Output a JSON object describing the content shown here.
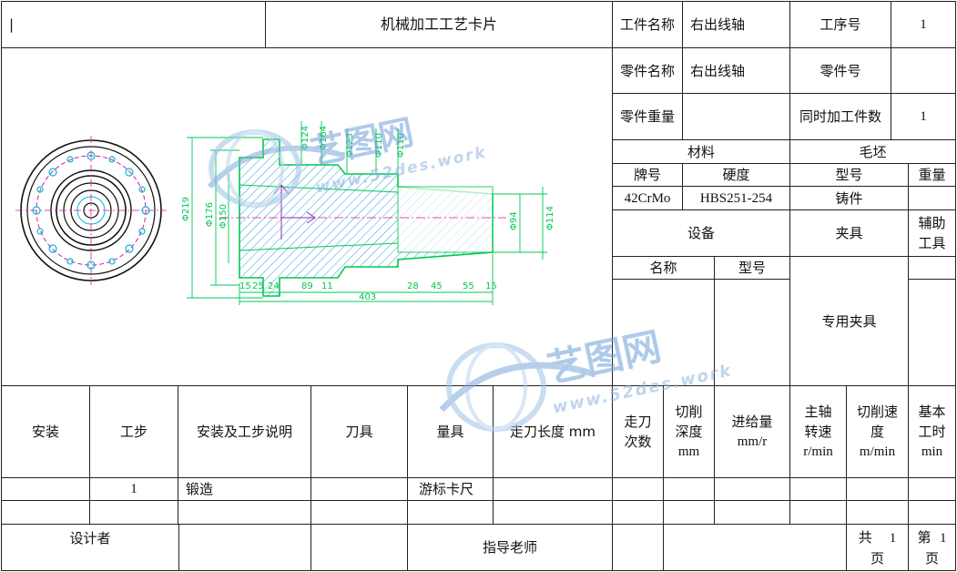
{
  "card": {
    "title": "机械加工工艺卡片",
    "cursor": "|"
  },
  "header": {
    "workpiece_name_label": "工件名称",
    "workpiece_name_value": "右出线轴",
    "process_no_label": "工序号",
    "process_no_value": "1",
    "part_name_label": "零件名称",
    "part_name_value": "右出线轴",
    "part_no_label": "零件号",
    "part_no_value": "",
    "part_weight_label": "零件重量",
    "part_weight_value": "",
    "simultaneous_label": "同时加工件数",
    "simultaneous_value": "1"
  },
  "material": {
    "material_label": "材料",
    "blank_label": "毛坯",
    "grade_label": "牌号",
    "hardness_label": "硬度",
    "type_label": "型号",
    "weight_label": "重量",
    "grade_value": "42CrMo",
    "hardness_value": "HBS251-254",
    "type_value": "铸件",
    "weight_value": ""
  },
  "equipment": {
    "equipment_label": "设备",
    "fixture_label": "夹具",
    "aux_tool_label": "辅助工具",
    "name_label": "名称",
    "model_label": "型号",
    "fixture_value": "专用夹具"
  },
  "steps_header": {
    "install": "安装",
    "step": "工步",
    "description": "安装及工步说明",
    "cutter": "刀具",
    "gauge": "量具",
    "length": "走刀长度 mm",
    "passes": "走刀次数",
    "depth_line1": "切削深度",
    "depth_unit": "mm",
    "feed_line1": "进给量",
    "feed_unit": "mm/r",
    "spindle_line1": "主轴转速",
    "spindle_unit": "r/min",
    "cut_speed_line1": "切削速度",
    "cut_speed_unit": "m/min",
    "base_time_line1": "基本工时",
    "base_time_unit": "min"
  },
  "steps": [
    {
      "install": "",
      "step": "1",
      "description": "锻造",
      "cutter": "",
      "gauge": "游标卡尺"
    }
  ],
  "footer": {
    "designer_label": "设计者",
    "advisor_label": "指导老师",
    "total_pages_prefix": "共",
    "total_pages_value": "1",
    "total_pages_suffix": "页",
    "page_prefix": "第",
    "page_value": "1",
    "page_suffix": "页"
  },
  "drawing": {
    "dims_vertical": [
      "Φ219",
      "Φ176",
      "Φ150",
      "Φ124",
      "Φ164",
      "Φ123",
      "Φ110",
      "Φ110",
      "Φ94",
      "Φ114"
    ],
    "dims_bottom": [
      "15",
      "25",
      "24",
      "89",
      "11",
      "28",
      "45",
      "55",
      "15"
    ],
    "dim_total": "403"
  },
  "watermark": {
    "brand": "艺图网",
    "domain": "www.52des.work"
  }
}
